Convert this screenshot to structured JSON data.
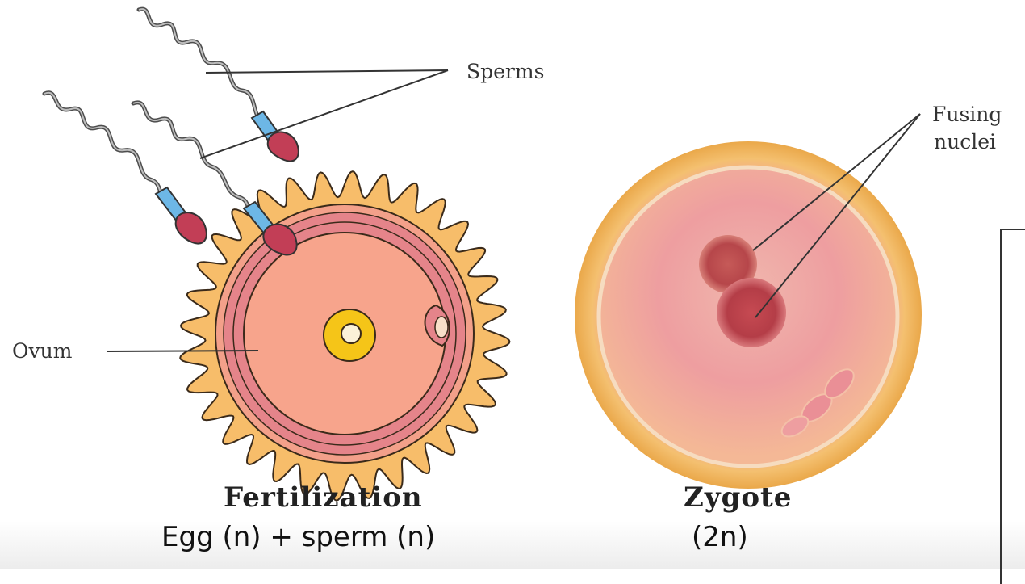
{
  "fertilization": {
    "labels": {
      "sperms": "Sperms",
      "ovum": "Ovum"
    },
    "title": "Fertilization",
    "caption": "Egg (n) + sperm (n)"
  },
  "zygote": {
    "labels": {
      "fusing_line1": "Fusing",
      "fusing_line2": "nuclei"
    },
    "title": "Zygote",
    "caption": "(2n)"
  },
  "colors": {
    "corona": "#f7bd6a",
    "ovum": "#f7a48c",
    "ring": "#e6868a",
    "nucleus": "#f5c518",
    "sperm_head": "#c23e56",
    "sperm_midpiece": "#6db7e6",
    "zygote_outer": "#f2c46a",
    "zygote_inner": "#f2a3a0",
    "zygote_nucleus": "#b8474e"
  }
}
